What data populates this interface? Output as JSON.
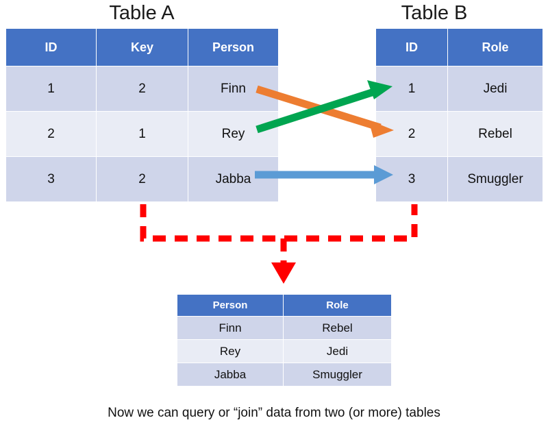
{
  "diagram": {
    "title_a": "Table A",
    "title_b": "Table B",
    "caption": "Now we can query or “join” data from two (or more) tables"
  },
  "colors": {
    "header_blue": "#4472C4",
    "row_dark": "#CFD5EA",
    "row_light": "#E9ECF5",
    "arrow_orange": "#ED7D31",
    "arrow_green": "#00A550",
    "arrow_blue": "#5B9BD5",
    "bracket_red": "#FF0000"
  },
  "table_a": {
    "name": "Table A",
    "columns": [
      "ID",
      "Key",
      "Person"
    ],
    "rows": [
      [
        "1",
        "2",
        "Finn"
      ],
      [
        "2",
        "1",
        "Rey"
      ],
      [
        "3",
        "2",
        "Jabba"
      ]
    ]
  },
  "table_b": {
    "name": "Table B",
    "columns": [
      "ID",
      "Role"
    ],
    "rows": [
      [
        "1",
        "Jedi"
      ],
      [
        "2",
        "Rebel"
      ],
      [
        "3",
        "Smuggler"
      ]
    ]
  },
  "table_result": {
    "columns": [
      "Person",
      "Role"
    ],
    "rows": [
      [
        "Finn",
        "Rebel"
      ],
      [
        "Rey",
        "Jedi"
      ],
      [
        "Jabba",
        "Smuggler"
      ]
    ]
  },
  "links": [
    {
      "id": "orange",
      "from": "Finn (key 2)",
      "to": "Table B ID 2",
      "color": "#ED7D31"
    },
    {
      "id": "green",
      "from": "Rey (key 1)",
      "to": "Table B ID 1",
      "color": "#00A550"
    },
    {
      "id": "blue",
      "from": "Jabba (key 2)",
      "to": "Table B ID 3",
      "color": "#5B9BD5"
    }
  ]
}
